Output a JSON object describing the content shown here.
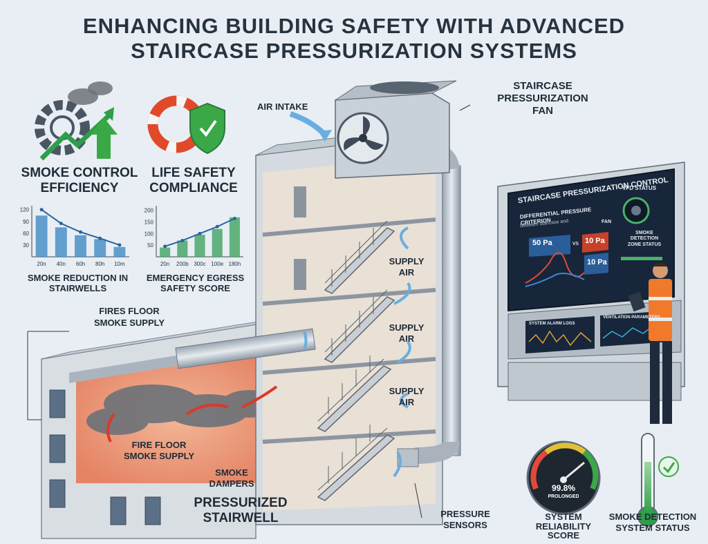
{
  "title": {
    "line1": "ENHANCING BUILDING SAFETY WITH ADVANCED",
    "line2": "STAIRCASE PRESSURIZATION SYSTEMS"
  },
  "icons": {
    "smoke_control": "gear-trend-icon",
    "life_safety": "lifebuoy-shield-icon"
  },
  "kpis": {
    "smoke_control": {
      "line1": "SMOKE CONTROL",
      "line2": "EFFICIENCY"
    },
    "life_safety": {
      "line1": "LIFE SAFETY",
      "line2": "COMPLIANCE"
    }
  },
  "chart_data": [
    {
      "type": "bar",
      "title": "SMOKE REDUCTION IN STAIRWELLS",
      "categories": [
        "20n",
        "40n",
        "60h",
        "80h",
        "10m"
      ],
      "values": [
        105,
        75,
        55,
        45,
        25
      ],
      "trend_line": [
        120,
        85,
        63,
        47,
        30
      ],
      "yticks": [
        120,
        90,
        60,
        30
      ],
      "ylim": [
        0,
        130
      ],
      "color": "#4a90c8"
    },
    {
      "type": "bar",
      "title": "EMERGENCY EGRESS SAFETY SCORE",
      "categories": [
        "20n",
        "200b",
        "300c",
        "100e",
        "180h"
      ],
      "values": [
        40,
        70,
        95,
        120,
        170
      ],
      "trend_line": [
        45,
        70,
        100,
        130,
        165
      ],
      "yticks": [
        200,
        150,
        100,
        50
      ],
      "ylim": [
        0,
        220
      ],
      "color": "#4aa86a"
    }
  ],
  "callouts": {
    "air_intake": "AIR INTAKE",
    "fan_line1": "STAIRCASE",
    "fan_line2": "PRESSURIZATION",
    "fan_line3": "FAN",
    "fires_floor_line1": "FIRES FLOOR",
    "fires_floor_line2": "SMOKE SUPPLY",
    "supply_air_line1": "SUPPLY",
    "supply_air_line2": "AIR",
    "fire_floor_line1": "FIRE FLOOR",
    "fire_floor_line2": "SMOKE SUPPLY",
    "smoke_dampers_line1": "SMOKE",
    "smoke_dampers_line2": "DAMPERS",
    "stairwell_line1": "PRESSURIZED",
    "stairwell_line2": "STAIRWELL",
    "pressure_line1": "PRESSURE",
    "pressure_line2": "SENSORS"
  },
  "control_panel": {
    "title": "STAIRCASE PRESSURIZATION CONTROL",
    "criterion": "DIFFERENTIAL PRESSURE CRITERION",
    "criterion_sub": "between staircase and",
    "value_a": "50 Pa",
    "vs": "vs",
    "value_b": "10 Pa",
    "value_c": "10 Pa",
    "vfd_status": "VFD STATUS",
    "fan_label": "FAN",
    "smoke_zone_line1": "SMOKE",
    "smoke_zone_line2": "DETECTION",
    "smoke_zone_line3": "ZONE STATUS",
    "alarm_logs": "SYSTEM ALARM LOGS",
    "ventilation": "VENTILATION PARAMETERS"
  },
  "gauge": {
    "value_text": "99.8%",
    "sub_text": "PROLONGED",
    "value": 99.8,
    "label_line1": "SYSTEM",
    "label_line2": "RELIABILITY",
    "label_line3": "SCORE"
  },
  "thermometer": {
    "level_pct": 80,
    "label_line1": "SMOKE DETECTION",
    "label_line2": "SYSTEM STATUS"
  },
  "colors": {
    "title": "#27333f",
    "background": "#e8eef3",
    "screen": "#17263a",
    "fire": "#f08a64",
    "supply_arrow": "#6aaee0",
    "vest": "#f07a2a",
    "check": "#3aa847"
  }
}
